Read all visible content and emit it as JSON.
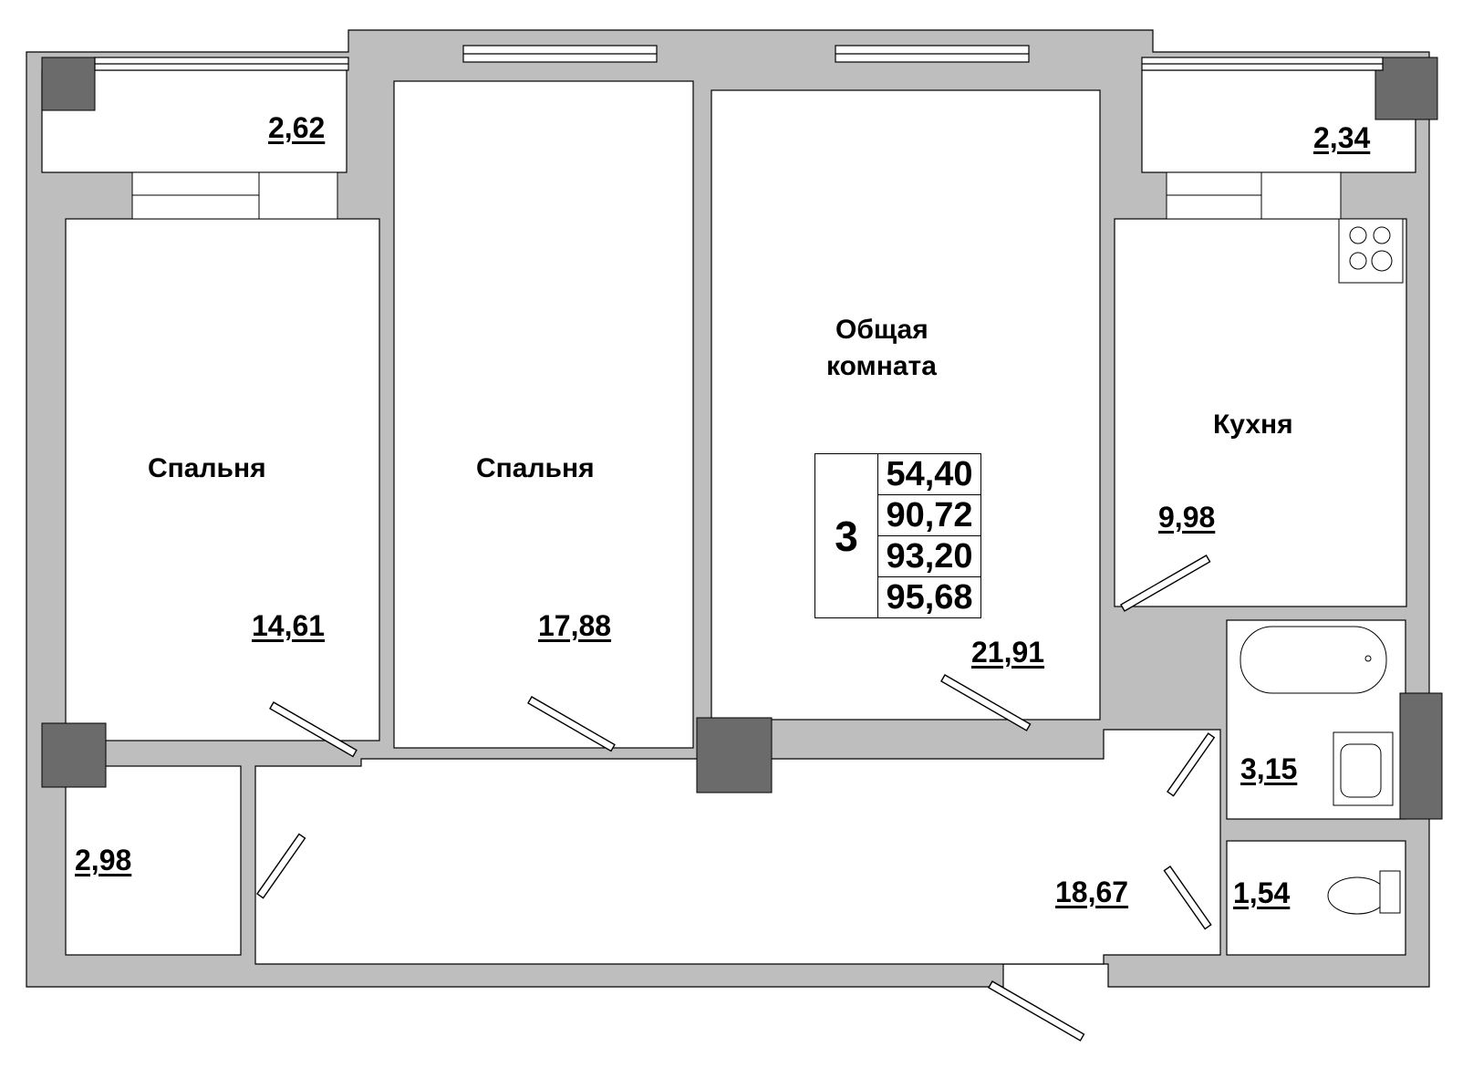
{
  "plan": {
    "type": "apartment-floor-plan",
    "rooms_count": "3",
    "summary_areas": [
      "54,40",
      "90,72",
      "93,20",
      "95,68"
    ],
    "colors": {
      "wall": "#bebebe",
      "column": "#6b6b6b",
      "outline": "#000000",
      "background": "#ffffff"
    },
    "rooms": [
      {
        "id": "balcony-left",
        "name": "",
        "area": "2,62"
      },
      {
        "id": "bedroom-1",
        "name": "Спальня",
        "area": "14,61"
      },
      {
        "id": "bedroom-2",
        "name": "Спальня",
        "area": "17,88"
      },
      {
        "id": "living-room",
        "name": "Общая комната",
        "area": "21,91"
      },
      {
        "id": "kitchen",
        "name": "Кухня",
        "area": "9,98"
      },
      {
        "id": "balcony-right",
        "name": "",
        "area": "2,34"
      },
      {
        "id": "storage",
        "name": "",
        "area": "2,98"
      },
      {
        "id": "hallway",
        "name": "",
        "area": "18,67"
      },
      {
        "id": "bathroom",
        "name": "",
        "area": "3,15"
      },
      {
        "id": "toilet",
        "name": "",
        "area": "1,54"
      }
    ],
    "living_name_line1": "Общая",
    "living_name_line2": "комната"
  }
}
